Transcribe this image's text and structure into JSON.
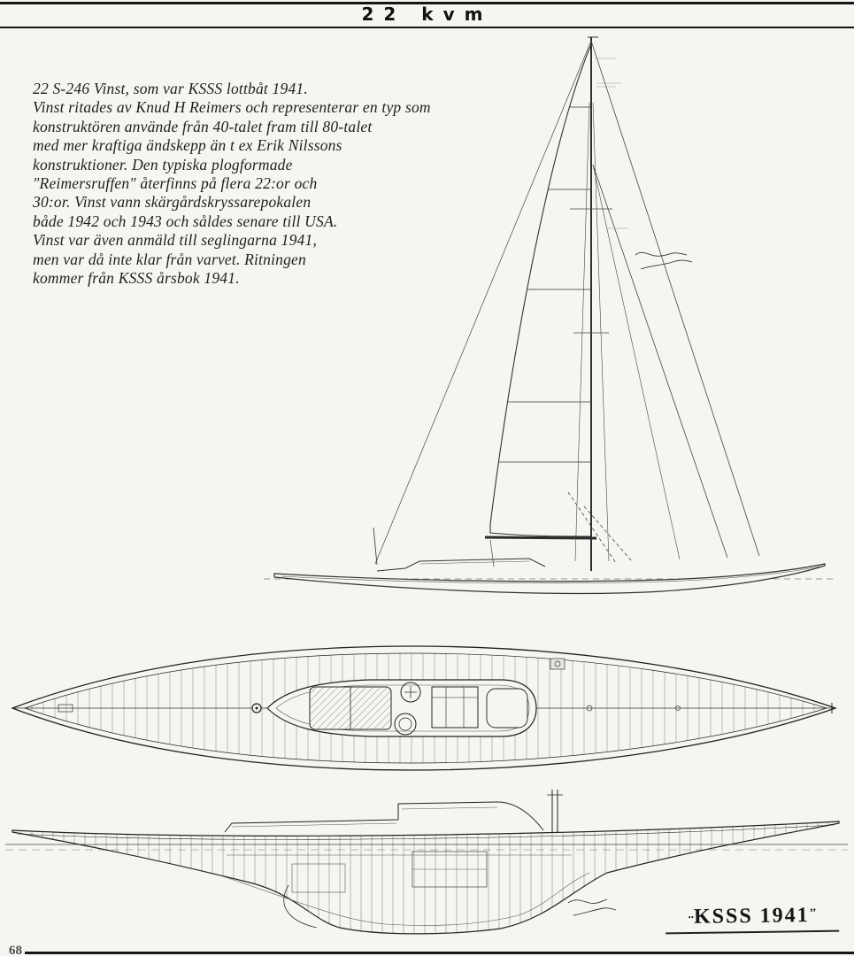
{
  "header": {
    "title": "22 kvm"
  },
  "intro": {
    "lines": [
      "22 S-246 Vinst, som var KSSS lottbåt 1941.",
      "Vinst ritades av Knud H Reimers och representerar en typ som",
      "konstruktören använde från 40-talet fram till 80-talet",
      "med mer kraftiga ändskepp än t ex Erik Nilssons",
      "konstruktioner. Den typiska plogformade",
      "\"Reimersruffen\" återfinns på flera 22:or och",
      "30:or. Vinst vann skärgårdskryssarepokalen",
      "både 1942 och 1943 och såldes senare till USA.",
      "Vinst var även anmäld till seglingarna 1941,",
      "men var då inte klar från varvet. Ritningen",
      "kommer från KSSS årsbok 1941."
    ]
  },
  "footer": {
    "label_prefix": "..",
    "label": "KSSS 1941",
    "label_suffix": "’’",
    "page_number": "68"
  },
  "colors": {
    "paper": "#f6f5f1",
    "ink": "#1f1f1f",
    "line": "#333333"
  }
}
